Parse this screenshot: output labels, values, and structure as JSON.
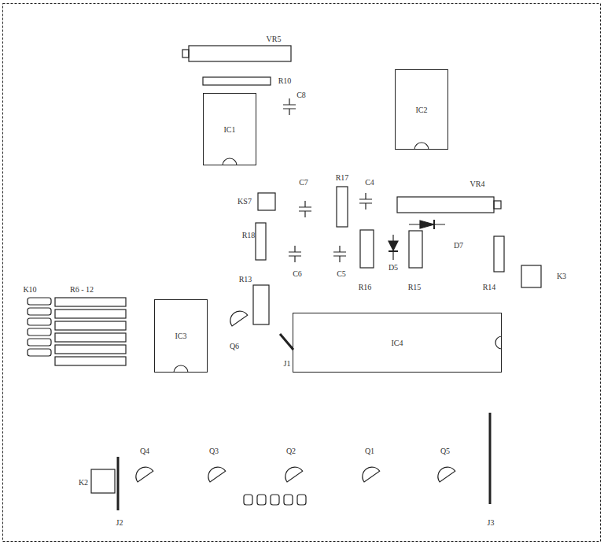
{
  "diagram": {
    "nodes": [
      {
        "text": [
          "IC1"
        ]
      },
      {
        "text": [
          "IC2"
        ]
      },
      {
        "text": [
          "IC3"
        ]
      },
      {
        "text": [
          "IC4"
        ]
      }
    ],
    "labels": [
      "VR5",
      "R10",
      "C8",
      "C7",
      "R17",
      "C4",
      "VR4",
      "KS7",
      "R18",
      "D7",
      "C6",
      "C5",
      "D5",
      "R16",
      "R15",
      "R14",
      "K3",
      "K10",
      "R6 - 12",
      "R13",
      "Q6",
      "J1",
      "Q4",
      "Q3",
      "Q2",
      "Q1",
      "Q5",
      "K2",
      "J2",
      "J3"
    ]
  }
}
